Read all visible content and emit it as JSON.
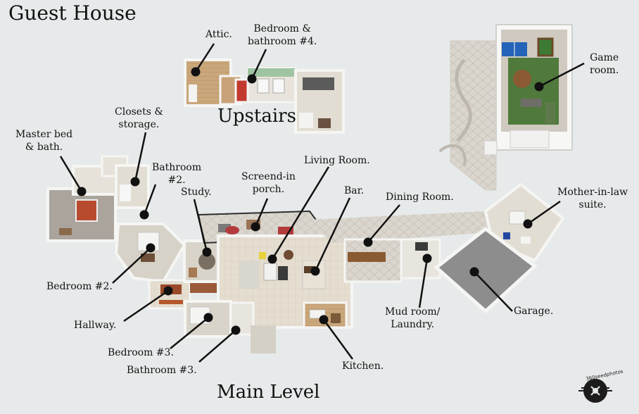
{
  "titles": {
    "main": "Guest House",
    "upstairs": "Upstairs",
    "main_level": "Main Level"
  },
  "rooms": {
    "attic": "Attic.",
    "bedroom4": "Bedroom &\nbathroom #4.",
    "game_room": "Game\nroom.",
    "closets": "Closets &\nstorage.",
    "master": "Master bed\n& bath.",
    "bathroom2": "Bathroom\n#2.",
    "study": "Study.",
    "porch": "Screend-in\nporch.",
    "living": "Living Room.",
    "bar": "Bar.",
    "dining": "Dining Room.",
    "mil": "Mother-in-law\nsuite.",
    "bedroom2": "Bedroom #2.",
    "hallway": "Hallway.",
    "mudroom": "Mud room/\nLaundry.",
    "garage": "Garage.",
    "bedroom3": "Bedroom #3.",
    "bathroom3": "Bathroom #3.",
    "kitchen": "Kitchen."
  },
  "watermark": "360seedphotos",
  "colors": {
    "background": "#e7eaea",
    "wall": "#f7f7f5",
    "wood_floor": "#c9a77a",
    "tile_floor": "#e4ddd0",
    "stone_patio": "#d8d4cc",
    "carpet": "#a8a29a",
    "garage_floor": "#8d8d8d",
    "game_green": "#4f7a3c",
    "pingpong_blue": "#2463b8",
    "dot": "#111111"
  }
}
